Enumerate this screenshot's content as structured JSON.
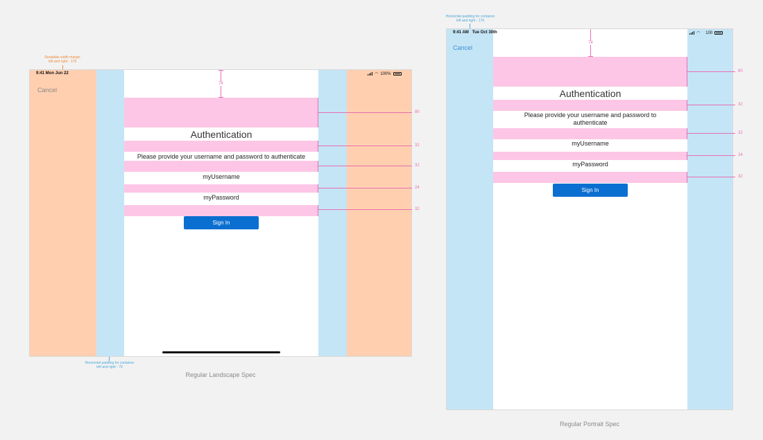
{
  "colors": {
    "background": "#f2f2f2",
    "readable_margin": "#ffcfb0",
    "container_padding": "#c4e5f6",
    "spacing": "#fdc6e6",
    "button": "#0a6fd0",
    "measure": "#e86fb1"
  },
  "landscape": {
    "annotation_readable_line1": "Readable width margin",
    "annotation_readable_line2": "left and right - 176",
    "annotation_padding_line1": "Horizontal padding for container",
    "annotation_padding_line2": "left and right - 76",
    "status_time": "9:41 Mon Jun 22",
    "status_battery": "100%",
    "cancel_label": "Cancel",
    "top_measure": "74",
    "title": "Authentication",
    "message": "Please provide your username and password to authenticate",
    "username": "myUsername",
    "password": "myPassword",
    "sign_in_label": "Sign In",
    "measures": [
      "80",
      "32",
      "32",
      "24",
      "32"
    ],
    "caption": "Regular Landscape Spec"
  },
  "portrait": {
    "annotation_padding_line1": "Horizontal padding for container",
    "annotation_padding_line2": "left and right - 176",
    "status_time": "9:41 AM   Tue Oct 30th",
    "status_battery": "100",
    "cancel_label": "Cancel",
    "top_measure": "74",
    "title": "Authentication",
    "message_line1": "Please provide your username and password to",
    "message_line2": "authenticate",
    "username": "myUsername",
    "password": "myPassword",
    "sign_in_label": "Sign In",
    "measures": [
      "80",
      "32",
      "32",
      "24",
      "32"
    ],
    "caption": "Regular Portrait Spec"
  },
  "icons": [
    "signal-icon",
    "wifi-icon",
    "battery-icon"
  ]
}
